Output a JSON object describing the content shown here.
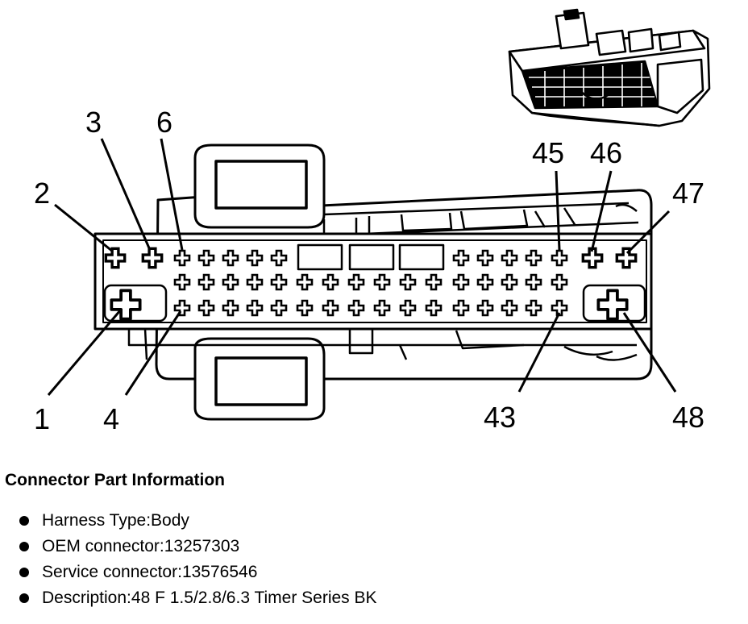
{
  "pin_labels": {
    "p1": "1",
    "p2": "2",
    "p3": "3",
    "p4": "4",
    "p6": "6",
    "p43": "43",
    "p45": "45",
    "p46": "46",
    "p47": "47",
    "p48": "48"
  },
  "connector_info": {
    "heading": "Connector Part Information",
    "items": [
      {
        "label": "Harness Type",
        "value": "Body"
      },
      {
        "label": "OEM connector",
        "value": "13257303"
      },
      {
        "label": "Service connector",
        "value": "13576546"
      },
      {
        "label": "Description",
        "value": "48 F 1.5/2.8/6.3 Timer Series BK"
      }
    ]
  }
}
